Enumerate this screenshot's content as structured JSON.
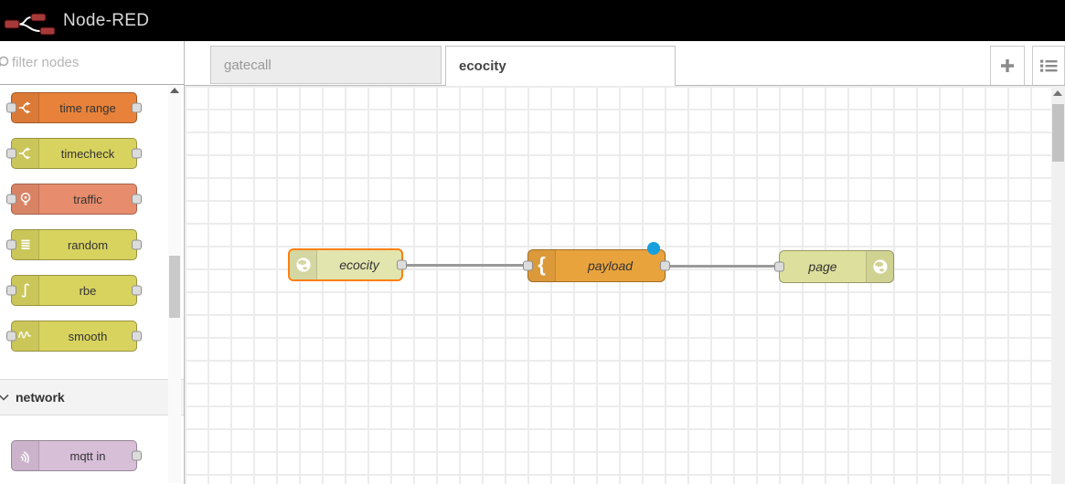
{
  "header": {
    "title": "Node-RED"
  },
  "palette": {
    "search_placeholder": "filter nodes",
    "nodes": [
      {
        "label": "time range",
        "color": "#e8823a",
        "icon": "fork-icon"
      },
      {
        "label": "timecheck",
        "color": "#d8d35f",
        "icon": "fork-icon"
      },
      {
        "label": "traffic",
        "color": "#e78c6c",
        "icon": "traffic-light-icon"
      },
      {
        "label": "random",
        "color": "#d8d35f",
        "icon": "list-bars-icon"
      },
      {
        "label": "rbe",
        "color": "#d8d35f",
        "icon": "step-icon"
      },
      {
        "label": "smooth",
        "color": "#d8d35f",
        "icon": "wave-icon"
      }
    ],
    "category": {
      "label": "network"
    },
    "category_nodes": [
      {
        "label": "mqtt in",
        "color": "#d8bfd8",
        "icon": "signal-icon"
      }
    ]
  },
  "tabs": [
    {
      "label": "gatecall",
      "active": false
    },
    {
      "label": "ecocity",
      "active": true
    }
  ],
  "flow": {
    "nodes": [
      {
        "label": "ecocity",
        "color": "#e2e5ad",
        "icon": "globe-icon",
        "selected": true
      },
      {
        "label": "payload",
        "color": "#e9a33d",
        "icon": "brace-icon",
        "changed": true
      },
      {
        "label": "page",
        "color": "#dde09c",
        "icon": "globe-icon"
      }
    ]
  },
  "colors": {
    "selected_border": "#ff7f0e",
    "changed_dot": "#17a0dd",
    "wire": "#999999",
    "logo_red": "#a63a3a"
  }
}
